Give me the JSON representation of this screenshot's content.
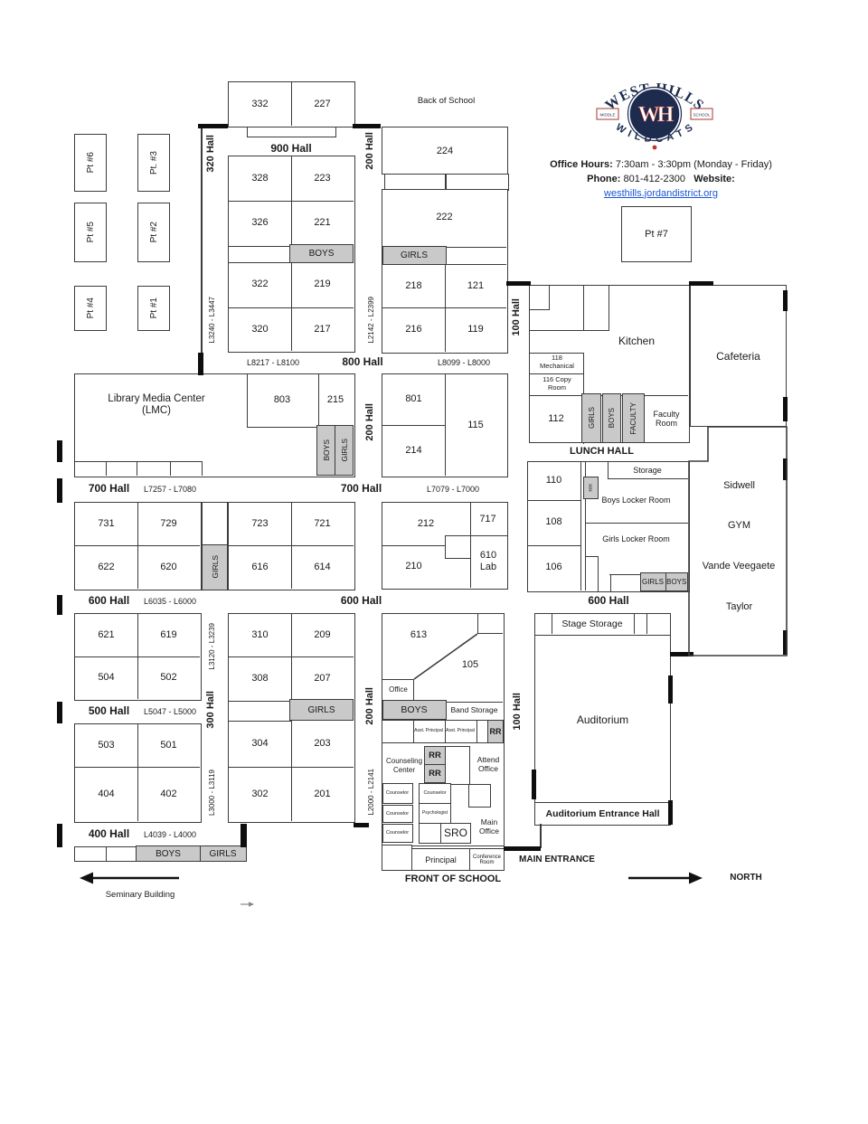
{
  "contact": {
    "office_hours_label": "Office Hours:",
    "office_hours": "7:30am - 3:30pm (Monday - Friday)",
    "phone_label": "Phone:",
    "phone": "801-412-2300",
    "website_label": "Website:",
    "website": "westhills.jordandistrict.org"
  },
  "logo": {
    "arc_top": "WEST HILLS",
    "monogram": "WH",
    "arc_bottom": "W I L D C A T S",
    "banner_left": "MIDDLE",
    "banner_right": "SCHOOL"
  },
  "portables": {
    "p1": "Pt #1",
    "p2": "Pt #2",
    "p3": "Pt. #3",
    "p4": "Pt #4",
    "p5": "Pt #5",
    "p6": "Pt #6",
    "p7": "Pt #7"
  },
  "halls": {
    "h900": "900 Hall",
    "h800": "800 Hall",
    "h700": "700 Hall",
    "h600": "600 Hall",
    "h500": "500 Hall",
    "h400": "400 Hall",
    "h320": "320 Hall",
    "h300": "300 Hall",
    "h200": "200 Hall",
    "h100": "100 Hall",
    "lunch": "LUNCH HALL",
    "aud_hall": "Auditorium Entrance Hall"
  },
  "ranges": {
    "r3240": "L3240 - L3447",
    "r2142": "L2142 - L2399",
    "r8217": "L8217 - L8100",
    "r8099": "L8099 - L8000",
    "r7257": "L7257 - L7080",
    "r7079": "L7079 - L7000",
    "r6035": "L6035 - L6000",
    "r5047": "L5047 - L5000",
    "r4039": "L4039 - L4000",
    "r3120": "L3120 - L3239",
    "r3000": "L3000 - L3119",
    "r2000": "L2000 - L2141"
  },
  "rooms": {
    "n332": "332",
    "n227": "227",
    "n328": "328",
    "n223": "223",
    "n326": "326",
    "n221": "221",
    "n322": "322",
    "n219": "219",
    "n320": "320",
    "n217": "217",
    "n224": "224",
    "n222": "222",
    "n218": "218",
    "n121": "121",
    "n216": "216",
    "n119": "119",
    "n803": "803",
    "n215": "215",
    "n801": "801",
    "n214": "214",
    "n115": "115",
    "n731": "731",
    "n729": "729",
    "n723": "723",
    "n721": "721",
    "n622": "622",
    "n620": "620",
    "n616": "616",
    "n614": "614",
    "n212": "212",
    "n717": "717",
    "n210": "210",
    "n610": "610 Lab",
    "n621": "621",
    "n619": "619",
    "n504": "504",
    "n502": "502",
    "n310": "310",
    "n209": "209",
    "n308": "308",
    "n207": "207",
    "n503": "503",
    "n501": "501",
    "n404": "404",
    "n402": "402",
    "n304": "304",
    "n203": "203",
    "n302": "302",
    "n201": "201",
    "n613": "613",
    "n105": "105",
    "n110": "110",
    "n108": "108",
    "n106": "106",
    "n112": "112",
    "n118": "118 Mechanical",
    "n116": "116 Copy Room"
  },
  "areas": {
    "lmc": "Library Media Center (LMC)",
    "kitchen": "Kitchen",
    "cafeteria": "Cafeteria",
    "faculty_room": "Faculty Room",
    "storage": "Storage",
    "boys_locker": "Boys Locker Room",
    "girls_locker": "Girls Locker Room",
    "sidwell": "Sidwell",
    "gym": "GYM",
    "vande": "Vande Veegaete",
    "taylor": "Taylor",
    "stage_storage": "Stage Storage",
    "auditorium": "Auditorium",
    "office": "Office",
    "band_storage": "Band Storage",
    "counseling": "Counseling Center",
    "attend": "Attend Office",
    "main_office": "Main Office",
    "sro": "SRO",
    "principal": "Principal",
    "conference": "Conference Room",
    "asst_principal": "Asst. Principal",
    "counselor": "Counselor",
    "psychologist": "Psychologist"
  },
  "tags": {
    "boys": "BOYS",
    "girls": "GIRLS",
    "faculty": "FACULTY",
    "rr": "RR"
  },
  "markers": {
    "back": "Back of School",
    "front": "FRONT OF SCHOOL",
    "main_entrance": "MAIN ENTRANCE",
    "north": "NORTH",
    "seminary": "Seminary Building"
  }
}
